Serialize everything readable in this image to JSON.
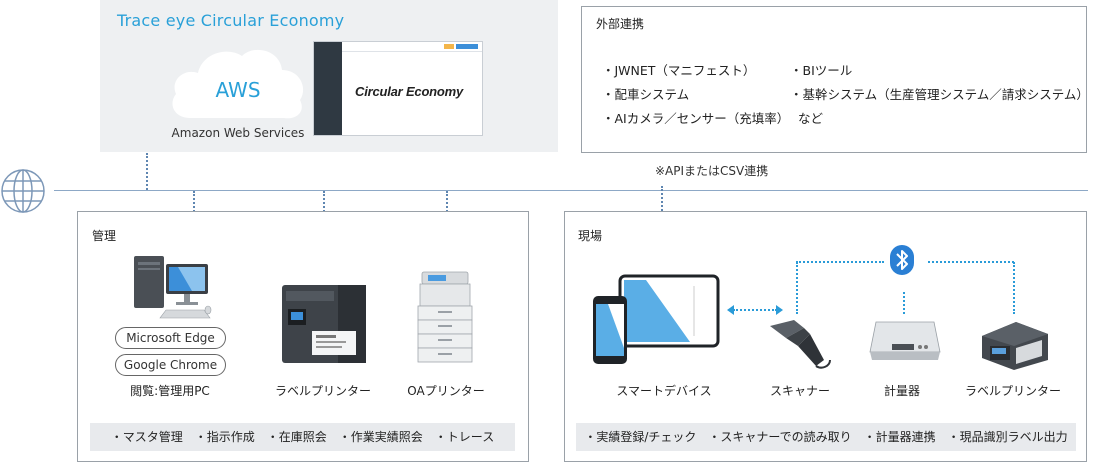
{
  "cloud": {
    "title": "Trace eye Circular Economy",
    "aws_label": "AWS",
    "aws_sub": "Amazon Web Services",
    "app_logo": "Circular Economy"
  },
  "external": {
    "title": "外部連携",
    "items": [
      "・JWNET（マニフェスト）",
      "・配車システム",
      "・AIカメラ／センサー（充填率）",
      "・BIツール",
      "・基幹システム（生産管理システム／請求システム）",
      "など"
    ]
  },
  "network": {
    "api_note": "※APIまたはCSV連携"
  },
  "management": {
    "title": "管理",
    "browsers": [
      "Microsoft Edge",
      "Google Chrome"
    ],
    "devices": [
      "閲覧:管理用PC",
      "ラベルプリンター",
      "OAプリンター"
    ],
    "functions": "・マスタ管理　・指示作成　・在庫照会　・作業実績照会　・トレース"
  },
  "field": {
    "title": "現場",
    "devices": [
      "スマートデバイス",
      "スキャナー",
      "計量器",
      "ラベルプリンター"
    ],
    "functions": "・実績登録/チェック　・スキャナーでの読み取り　・計量器連携　・現品識別ラベル出力"
  },
  "colors": {
    "accent": "#29a0d8",
    "panel_bg": "#eef0f2",
    "line": "#8da8c6",
    "bluetooth": "#2a7fd4"
  }
}
